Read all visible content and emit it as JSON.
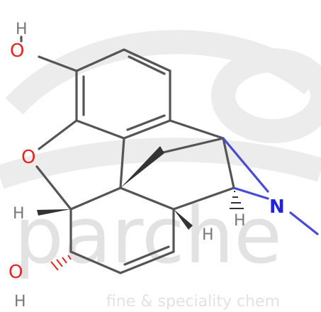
{
  "molecule": {
    "atoms": {
      "o_top": "O",
      "h_top": "H",
      "o_ring": "O",
      "n_label": "N",
      "h_left": "H",
      "h_mid": "H",
      "h_right": "H",
      "o_bottom": "O",
      "h_bottom": "H"
    }
  },
  "watermark": {
    "brand": "parche",
    "tagline": "fine & speciality chem",
    "logo_icon": "swirl-logo-icon"
  },
  "colors": {
    "bond": "#555555",
    "oxygen": "#e8241e",
    "nitrogen": "#2222dd",
    "hydrogen": "#777777",
    "watermark": "#e2e2e2"
  }
}
